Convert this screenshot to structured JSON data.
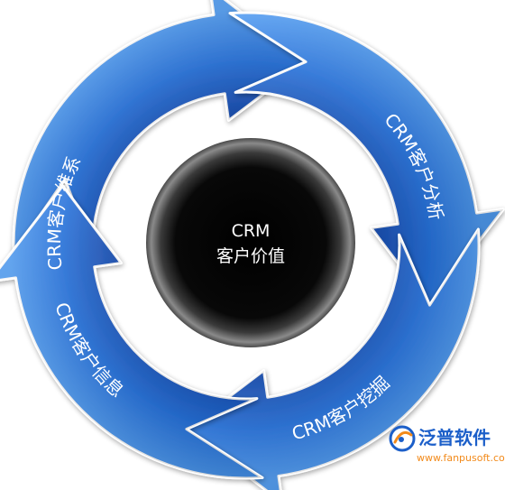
{
  "diagram": {
    "center": {
      "line1": "CRM",
      "line2": "客户价值"
    },
    "stages": [
      {
        "label": "CRM客户维系"
      },
      {
        "label": "CRM客户分析"
      },
      {
        "label": "CRM客户挖掘"
      },
      {
        "label": "CRM客户信息"
      }
    ]
  },
  "watermark": {
    "brand": "泛普软件",
    "url": "www.fanpusoft.com"
  },
  "colors": {
    "arrow_light": "#3f8ef0",
    "arrow_mid": "#1f6fe0",
    "arrow_dark": "#0b3fa8",
    "arrow_edge": "#ffffff",
    "center_core": "#050505",
    "center_rim": "#6a6a6a",
    "brand_blue": "#1c5fc9",
    "brand_orange": "#f28a1a"
  }
}
